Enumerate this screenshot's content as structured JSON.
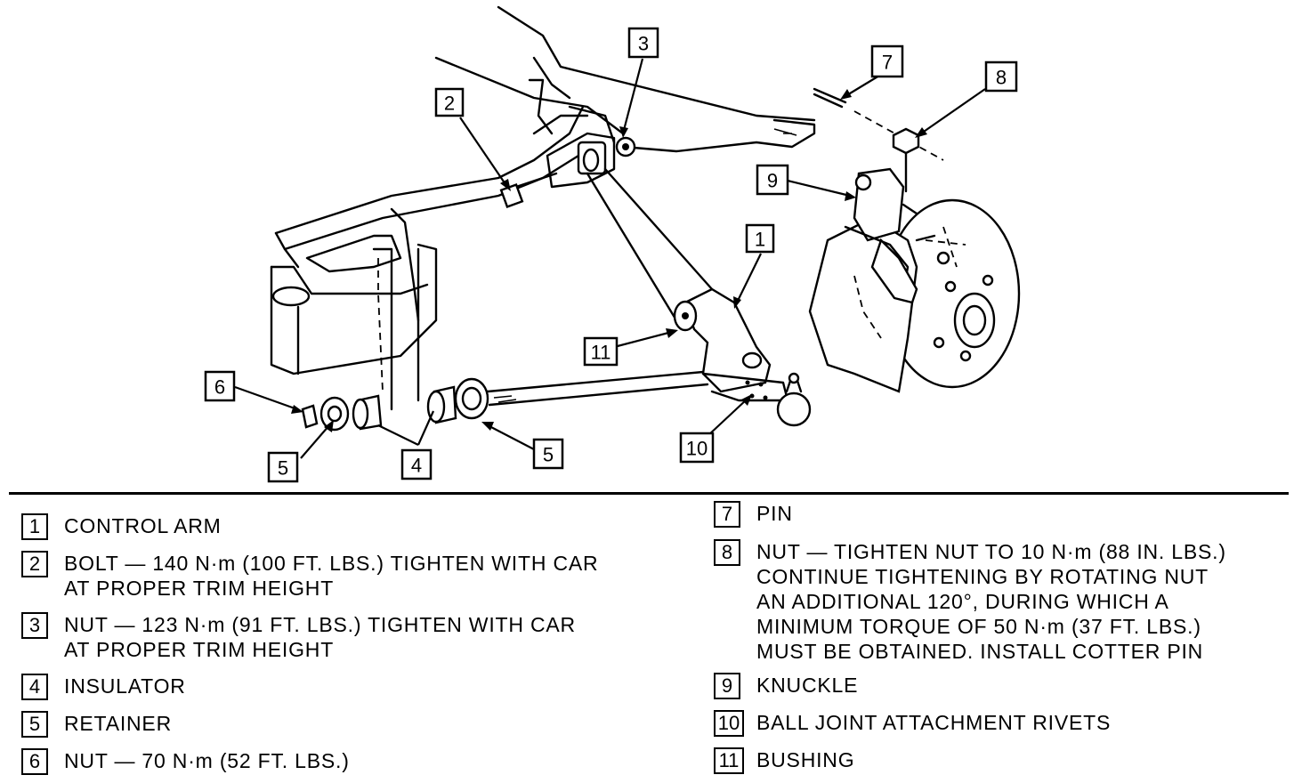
{
  "callouts": [
    "1",
    "2",
    "3",
    "4",
    "5",
    "6",
    "7",
    "8",
    "9",
    "10",
    "11"
  ],
  "legend": {
    "left": [
      {
        "num": "1",
        "text": "CONTROL ARM"
      },
      {
        "num": "2",
        "text": "BOLT — 140 N·m (100 FT. LBS.) TIGHTEN WITH CAR\nAT PROPER TRIM HEIGHT"
      },
      {
        "num": "3",
        "text": "NUT — 123 N·m (91 FT. LBS.) TIGHTEN WITH CAR\nAT PROPER TRIM HEIGHT"
      },
      {
        "num": "4",
        "text": "INSULATOR"
      },
      {
        "num": "5",
        "text": "RETAINER"
      },
      {
        "num": "6",
        "text": "NUT — 70 N·m (52 FT. LBS.)"
      }
    ],
    "right": [
      {
        "num": "7",
        "text": "PIN"
      },
      {
        "num": "8",
        "text": "NUT — TIGHTEN NUT TO 10 N·m (88 IN. LBS.)\nCONTINUE TIGHTENING BY ROTATING NUT\nAN ADDITIONAL 120°, DURING WHICH A\nMINIMUM TORQUE OF 50 N·m (37 FT. LBS.)\nMUST BE OBTAINED. INSTALL COTTER PIN"
      },
      {
        "num": "9",
        "text": "KNUCKLE"
      },
      {
        "num": "10",
        "text": "BALL JOINT ATTACHMENT RIVETS"
      },
      {
        "num": "11",
        "text": "BUSHING"
      }
    ]
  }
}
